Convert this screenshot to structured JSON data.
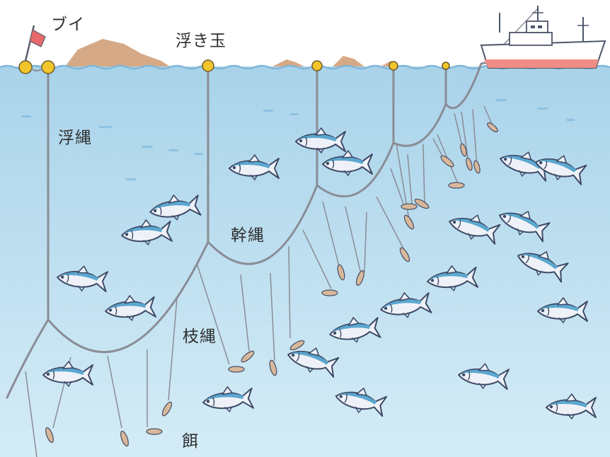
{
  "labels": {
    "buoy": "ブイ",
    "float": "浮き玉",
    "float_line": "浮縄",
    "main_line": "幹縄",
    "branch_line": "枝縄",
    "bait": "餌"
  },
  "colors": {
    "sky": "#ffffff",
    "sea_top": "#a9d3ea",
    "sea_bottom": "#d4ecf6",
    "rope": "#8a8c96",
    "float_ball": "#f2c52a",
    "island": "#d6a986",
    "flag": "#e9696a",
    "ship_hull_stripe": "#f08d85",
    "fish_back": "#5ba7d0",
    "fish_belly": "#eef2f8",
    "bait": "#d9b79a"
  }
}
